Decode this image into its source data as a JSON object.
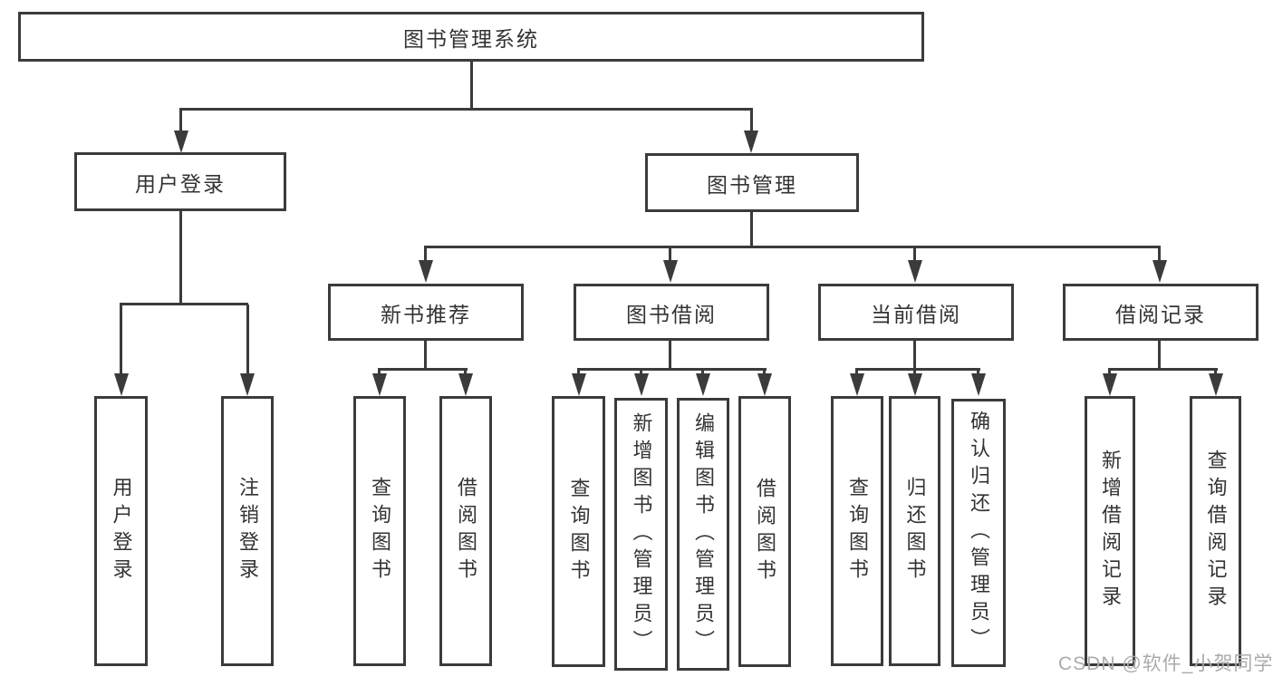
{
  "diagram": {
    "root": {
      "label": "图书管理系统"
    },
    "level2": [
      {
        "label": "用户登录"
      },
      {
        "label": "图书管理"
      }
    ],
    "level3": [
      {
        "label": "新书推荐"
      },
      {
        "label": "图书借阅"
      },
      {
        "label": "当前借阅"
      },
      {
        "label": "借阅记录"
      }
    ],
    "leaves": {
      "user_login": [
        {
          "label": "用户登录"
        },
        {
          "label": "注销登录"
        }
      ],
      "new_book": [
        {
          "label": "查询图书"
        },
        {
          "label": "借阅图书"
        }
      ],
      "book_borrow": [
        {
          "label": "查询图书"
        },
        {
          "label": "新增图书（管理员）"
        },
        {
          "label": "编辑图书（管理员）"
        },
        {
          "label": "借阅图书"
        }
      ],
      "current_borrow": [
        {
          "label": "查询图书"
        },
        {
          "label": "归还图书"
        },
        {
          "label": "确认归还（管理员）"
        }
      ],
      "borrow_records": [
        {
          "label": "新增借阅记录"
        },
        {
          "label": "查询借阅记录"
        }
      ]
    },
    "colors": {
      "line": "#3b3b3b",
      "text": "#333333",
      "background": "#ffffff",
      "watermark": "#ababab"
    }
  },
  "watermark": {
    "text": "CSDN @软件_小贺同学"
  }
}
